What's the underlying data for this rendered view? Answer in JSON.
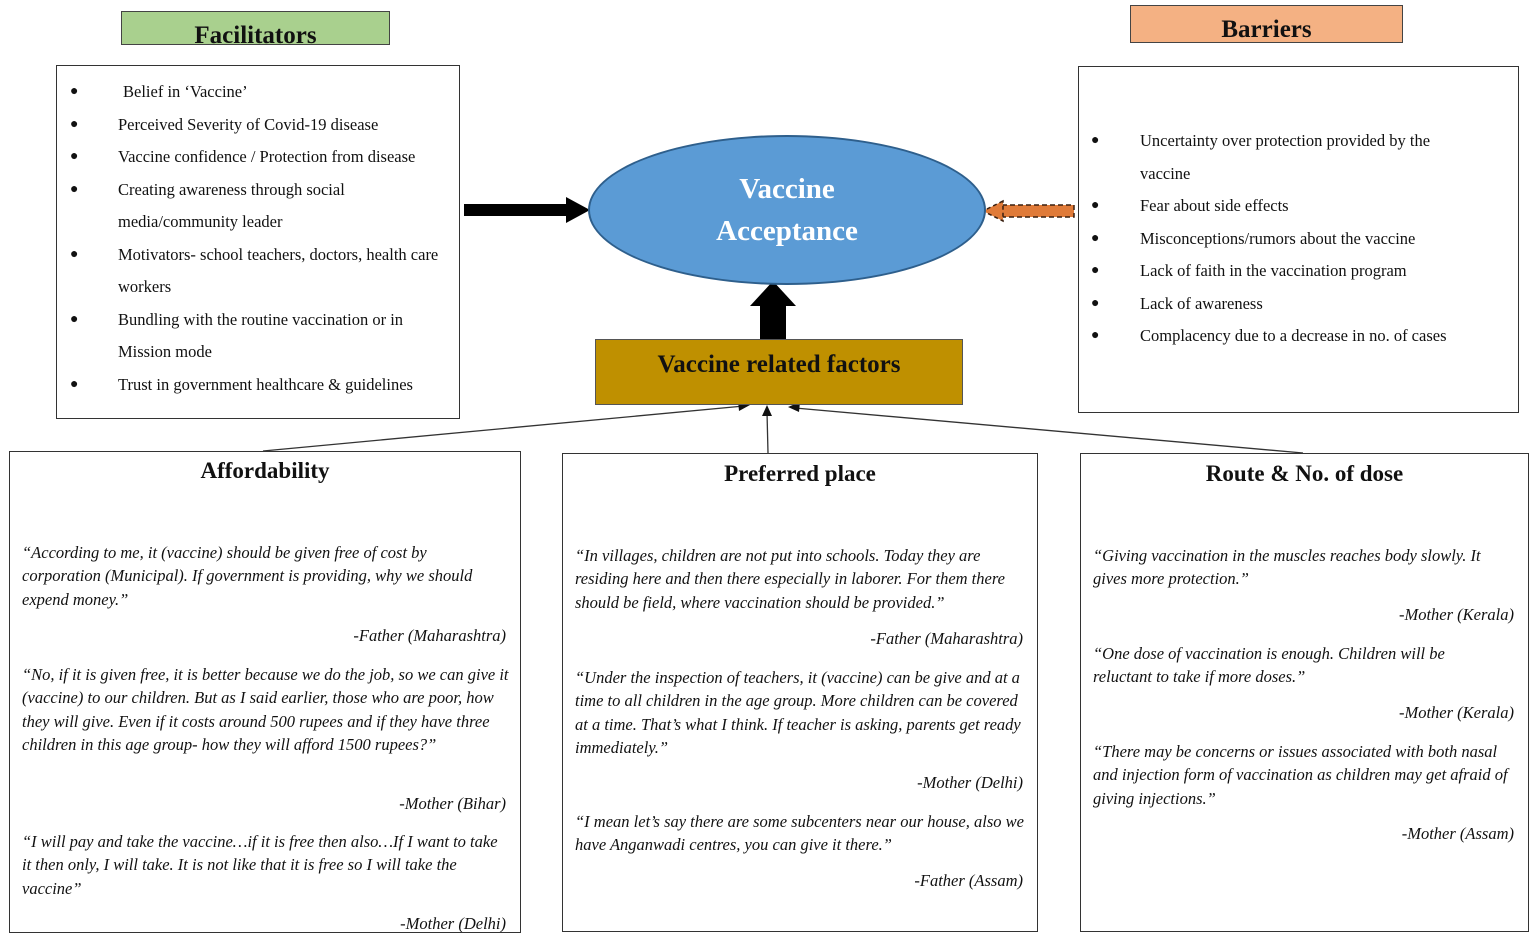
{
  "facilitators": {
    "title": "Facilitators",
    "items": [
      "Belief in ‘Vaccine’",
      "Perceived Severity of Covid-19 disease",
      "Vaccine confidence / Protection from disease",
      "Creating awareness through social media/community leader",
      "Motivators- school teachers, doctors, health care workers",
      "Bundling with the routine vaccination or in Mission mode",
      "Trust in government healthcare & guidelines"
    ]
  },
  "barriers": {
    "title": "Barriers",
    "items": [
      "Uncertainty over protection provided by the vaccine",
      "Fear about side effects",
      "Misconceptions/rumors about the vaccine",
      "Lack of faith in the vaccination program",
      "Lack of awareness",
      "Complacency due to a decrease in no. of cases"
    ]
  },
  "center": {
    "title": "Vaccine Acceptance",
    "factors_label": "Vaccine related factors"
  },
  "boxes": {
    "affordability": {
      "title": "Affordability",
      "quotes": [
        "“According to me, it (vaccine) should be given free of cost by corporation (Municipal). If government is providing, why we should expend money.”",
        "“No, if it is given free, it is better because we do the job, so we can give it (vaccine) to our children. But as I said earlier, those who are poor, how they will give. Even if it costs around 500 rupees and if they have three children in this age group- how they will afford 1500 rupees?”",
        "“I will pay and take the vaccine…if it is free then also…If I want to take it then only, I will take. It is not like that it is free so I will take the vaccine”"
      ],
      "attributions": [
        "-Father (Maharashtra)",
        "-Mother (Bihar)",
        "-Mother (Delhi)"
      ]
    },
    "preferred_place": {
      "title": "Preferred place",
      "quotes": [
        "“In villages, children are not put into schools. Today they are residing here and then there especially in laborer. For them there should be field, where vaccination should be provided.”",
        "“Under the inspection of teachers, it (vaccine) can be give and at a time to all children in the age group. More children can be covered at a time. That’s what I think. If teacher is asking, parents get ready immediately.”",
        "“I mean let’s say there are some subcenters near our house, also we have Anganwadi centres, you can give it there.”"
      ],
      "attributions": [
        "-Father (Maharashtra)",
        "-Mother (Delhi)",
        "-Father (Assam)"
      ]
    },
    "route": {
      "title": "Route & No. of dose",
      "quotes": [
        "“Giving vaccination in the muscles reaches body slowly. It gives more protection.”",
        "“One dose of vaccination is enough. Children will be reluctant to take if more doses.”",
        "“There may be concerns or issues associated with both nasal and injection form of vaccination as children may get afraid of giving injections.”"
      ],
      "attributions": [
        "-Mother (Kerala)",
        "-Mother (Kerala)",
        "-Mother (Assam)"
      ]
    }
  },
  "colors": {
    "facilitators_header": "#a9d08e",
    "barriers_header": "#f4b183",
    "ellipse_fill": "#5b9bd5",
    "factors_fill": "#bf9000",
    "barrier_arrow": "#e07b39"
  }
}
